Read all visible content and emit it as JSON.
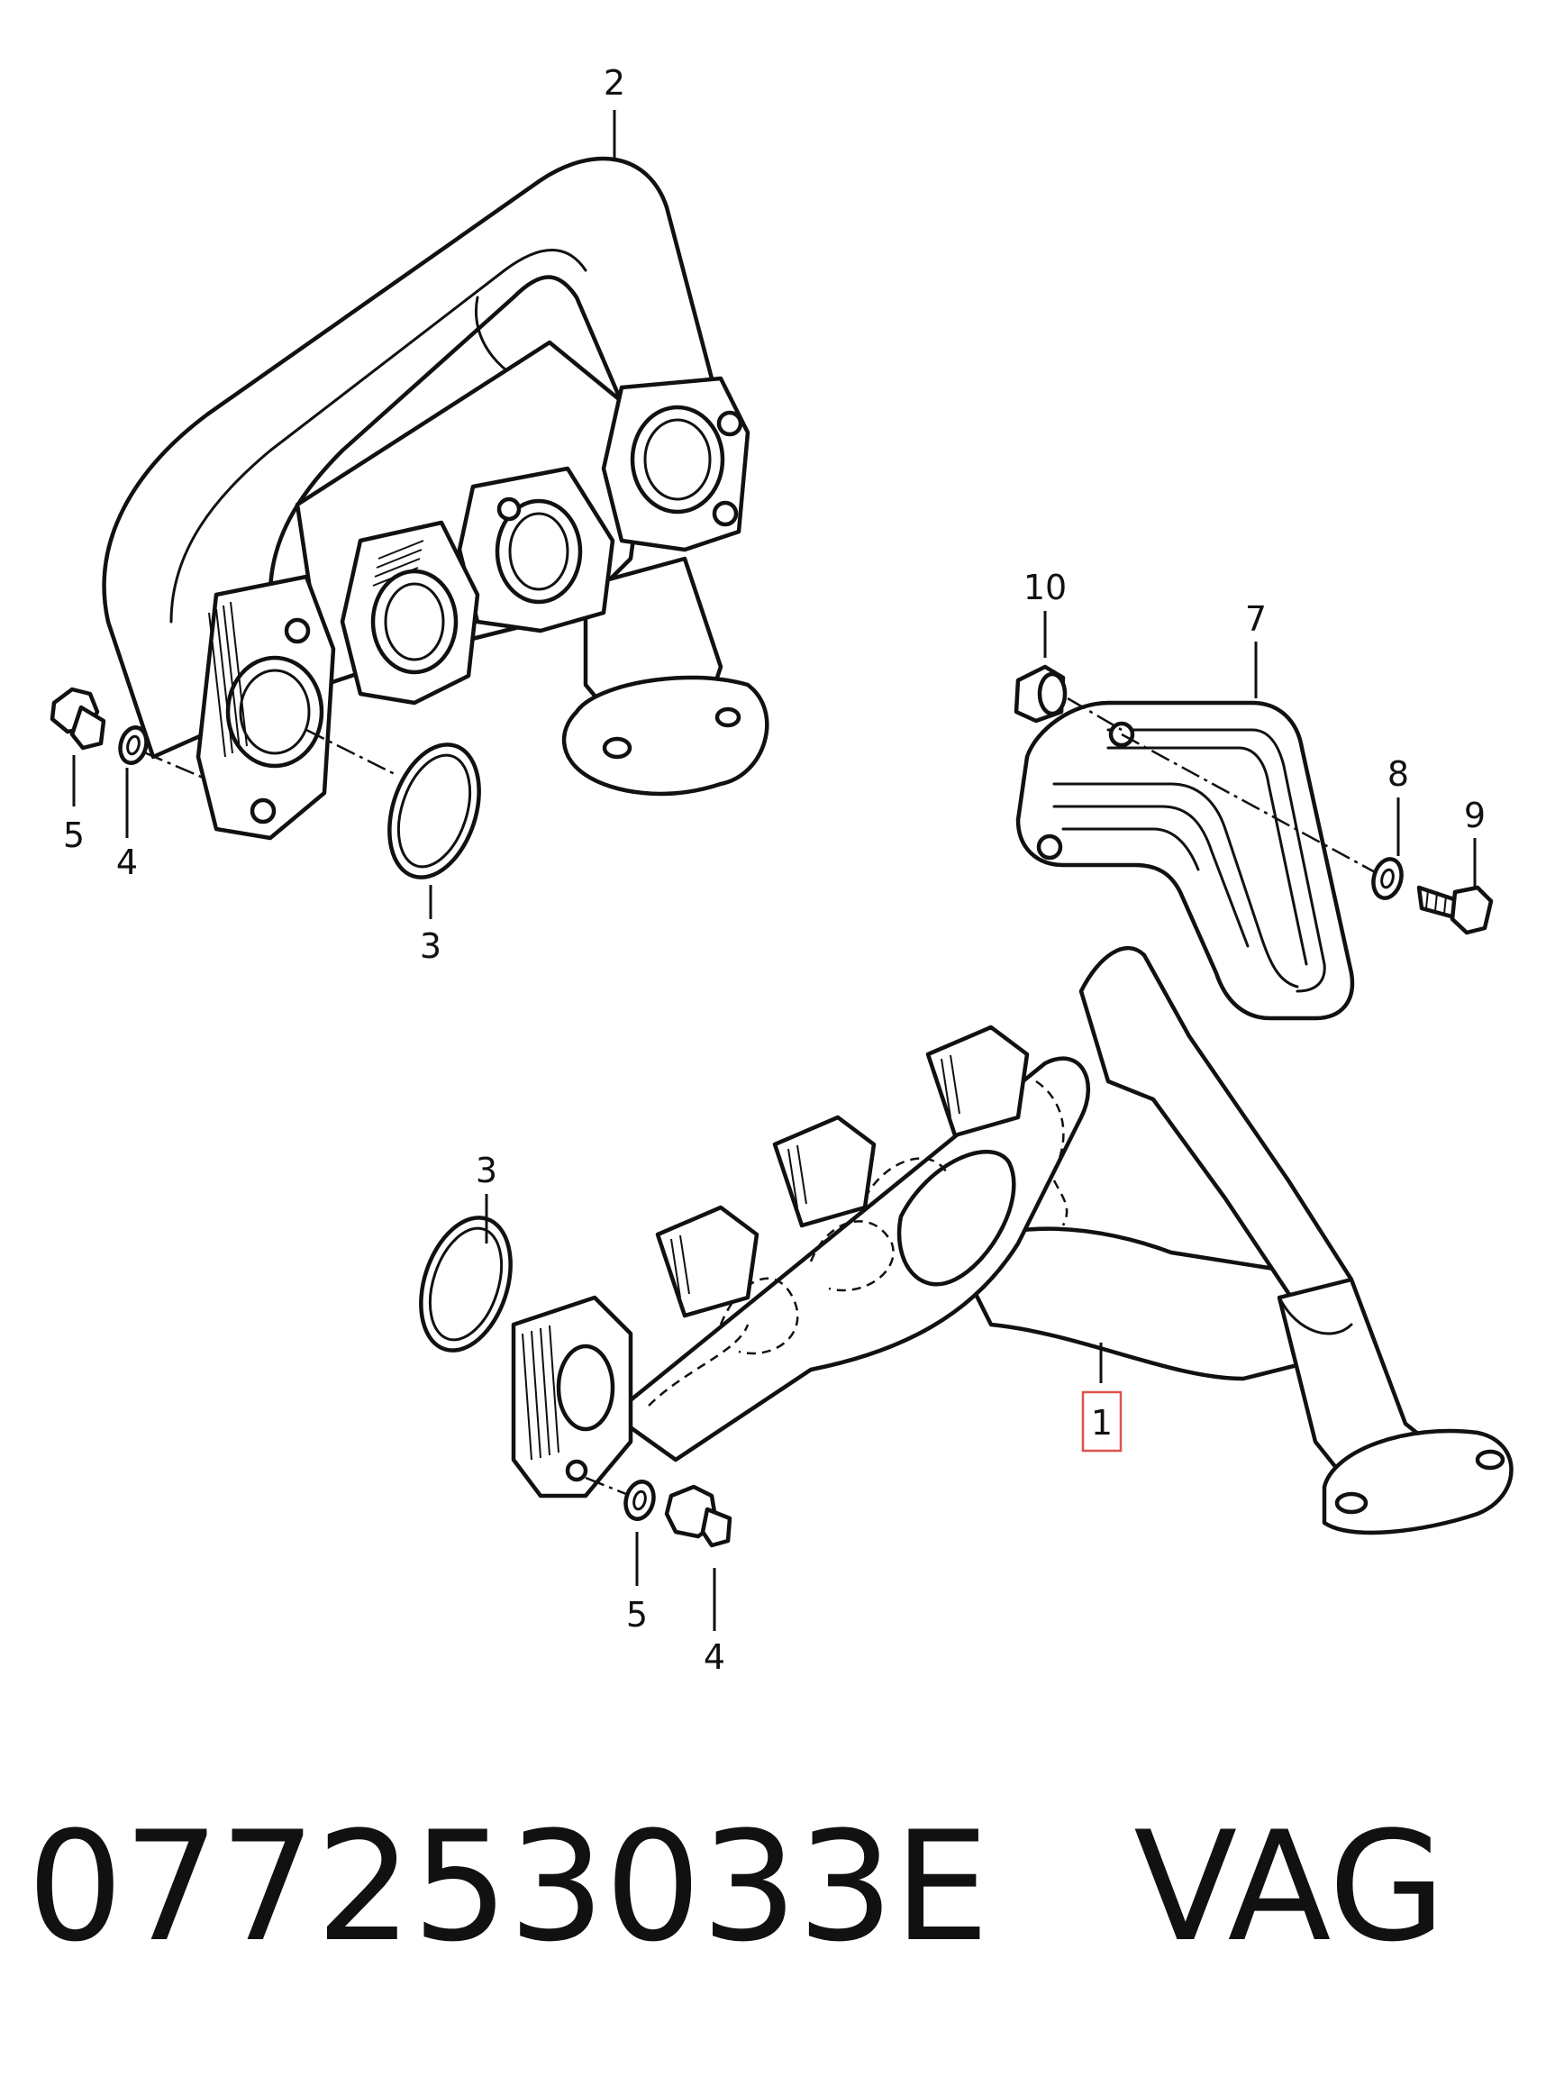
{
  "diagram": {
    "callouts": [
      {
        "id": "c2-top",
        "label": "2"
      },
      {
        "id": "c10",
        "label": "10"
      },
      {
        "id": "c7",
        "label": "7"
      },
      {
        "id": "c8",
        "label": "8"
      },
      {
        "id": "c9",
        "label": "9"
      },
      {
        "id": "c5-top",
        "label": "5"
      },
      {
        "id": "c4-top",
        "label": "4"
      },
      {
        "id": "c3-top",
        "label": "3"
      },
      {
        "id": "c3-bottom",
        "label": "3"
      },
      {
        "id": "c1",
        "label": "1"
      },
      {
        "id": "c5-bottom",
        "label": "5"
      },
      {
        "id": "c4-bottom",
        "label": "4"
      }
    ],
    "highlight_color": "#d9534f"
  },
  "footer": {
    "part_number": "077253033E",
    "brand": "VAG"
  }
}
